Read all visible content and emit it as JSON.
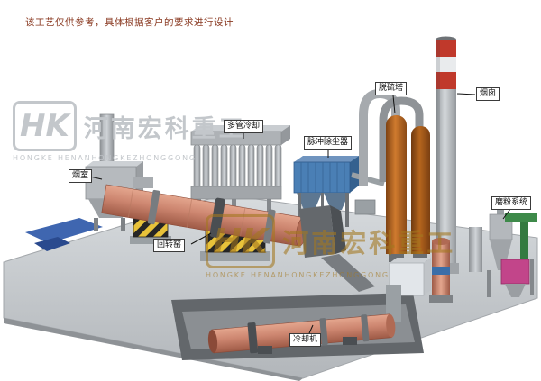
{
  "page": {
    "disclaimer": "该工艺仅供参考，具体根据客户的要求进行设计"
  },
  "watermark": {
    "logo": "HK",
    "company_cn": "河南宏科重工",
    "company_en": "HONGKE HENANHONGKEZHONGGONG"
  },
  "labels": {
    "smoke_chamber": "烟室",
    "multi_tube_cooling": "多管冷却",
    "pulse_dust_collector": "脉冲除尘器",
    "desulfurization_tower": "脱硫塔",
    "chimney": "烟囱",
    "grinding_system": "磨粉系统",
    "rotary_kiln": "回转窑",
    "cooling_machine": "冷却机"
  },
  "colors": {
    "kiln_pink": "#cd8670",
    "cooler_tube_grey": "#b7bbbf",
    "dust_collector_blue": "#4a7fb5",
    "tower_orange": "#c0732a",
    "chimney_red": "#c0392b",
    "hazard_yellow": "#e8c23a",
    "platform_grey": "#c6cacd",
    "magenta_unit": "#c2458a",
    "green_duct": "#3e8a4a",
    "blue_pad": "#3f66b0",
    "watermark_grey": "#c3c7cb",
    "watermark_gold": "#a4781f",
    "disclaimer_text": "#8a3a22"
  }
}
